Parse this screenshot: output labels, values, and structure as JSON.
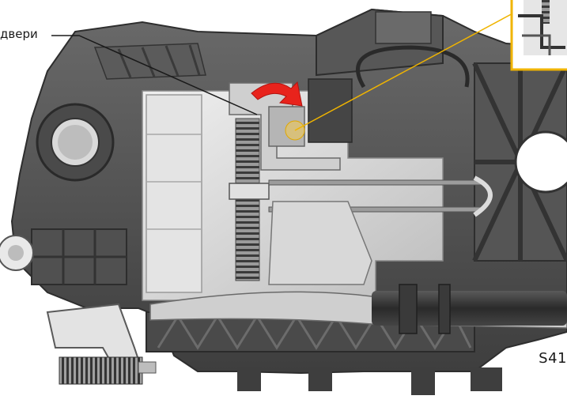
{
  "callout": {
    "text": "двери"
  },
  "figure": {
    "code": "S41"
  },
  "colors": {
    "housing_dark": "#505050",
    "housing_mid": "#6b6b6b",
    "lever_light": "#d4d4d4",
    "spring": "#8a8a8a",
    "arrow": "#e8231c",
    "callout_line": "#f0b400",
    "highlight": "#f2c94c",
    "leader_line": "#1a1a1a"
  },
  "icons": {
    "arrow": "red-curved-motion-arrow",
    "detail_inset": "magnified-detail-inset"
  }
}
